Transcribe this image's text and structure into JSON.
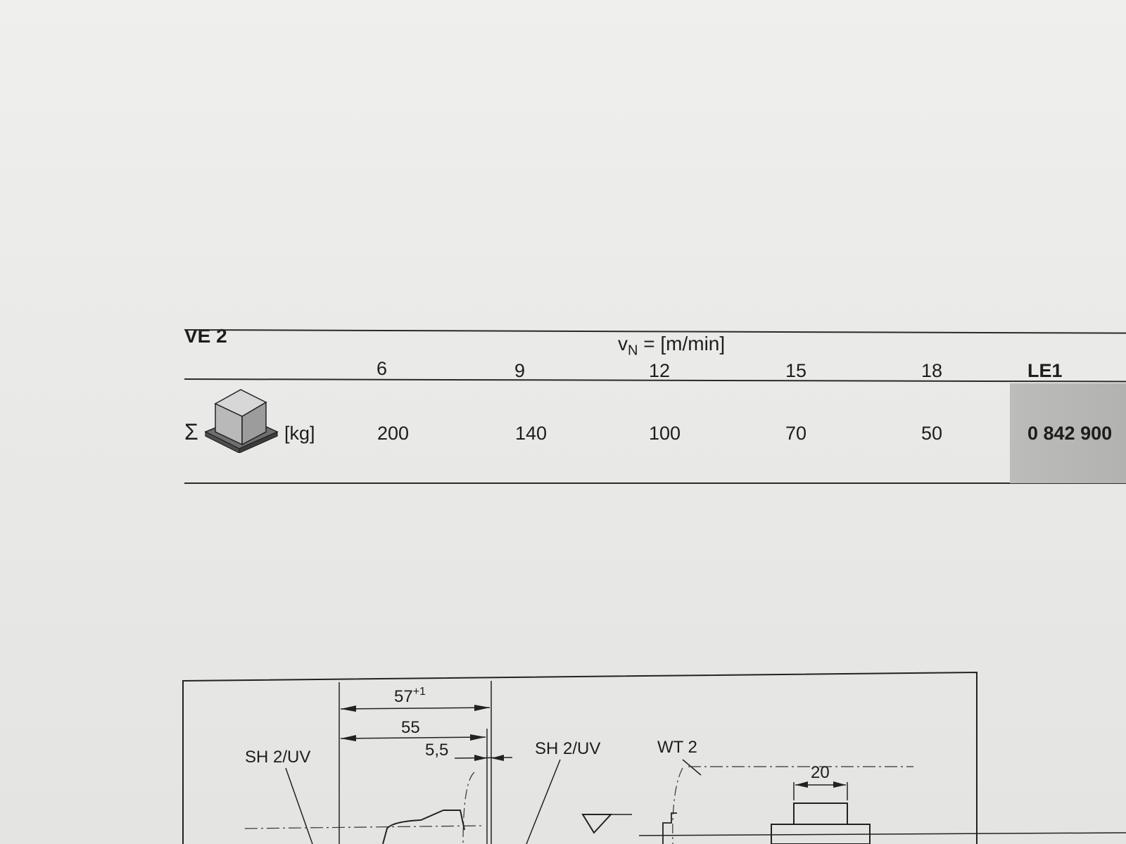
{
  "header": {
    "title": "VE 2",
    "unit_symbol": "v",
    "unit_sub": "N",
    "unit_rest": " = [m/min]"
  },
  "speed_table": {
    "columns": [
      "6",
      "9",
      "12",
      "15",
      "18",
      "LE1"
    ],
    "row_label": {
      "sigma": "Σ",
      "unit": "[kg]",
      "icon": "pallet-load-cube-icon"
    },
    "values": [
      "200",
      "140",
      "100",
      "70",
      "50",
      "0 842 900"
    ]
  },
  "drawing": {
    "labels": {
      "sh_left": "SH 2/UV",
      "sh_mid": "SH 2/UV",
      "wt": "WT 2"
    },
    "dims": {
      "d57": "57",
      "d57_tol": "+1",
      "d55": "55",
      "d55_5": "5,5",
      "d20": "20"
    }
  },
  "colors": {
    "paper": "#e9e9e7",
    "ink": "#1d1d1d",
    "shade": "#b6b6b4"
  }
}
